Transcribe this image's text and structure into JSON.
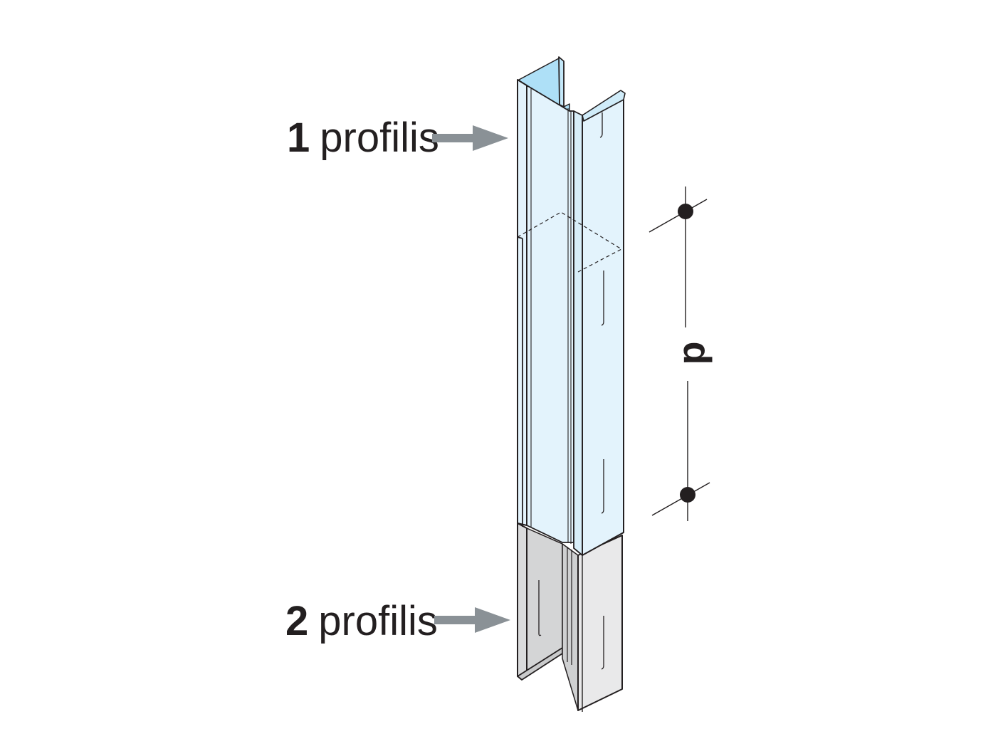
{
  "labels": {
    "profile_1": {
      "number": "1",
      "word": "profilis"
    },
    "profile_2": {
      "number": "2",
      "word": "profilis"
    }
  },
  "dimension": {
    "letter": "p"
  },
  "colors": {
    "upper_profile_fill": "#e3f3fc",
    "upper_profile_inner": "#aee0f7",
    "lower_profile_fill": "#dadbdc",
    "lower_profile_light": "#e9e9ea",
    "outline": "#231f20",
    "arrow": "#8a9196"
  }
}
